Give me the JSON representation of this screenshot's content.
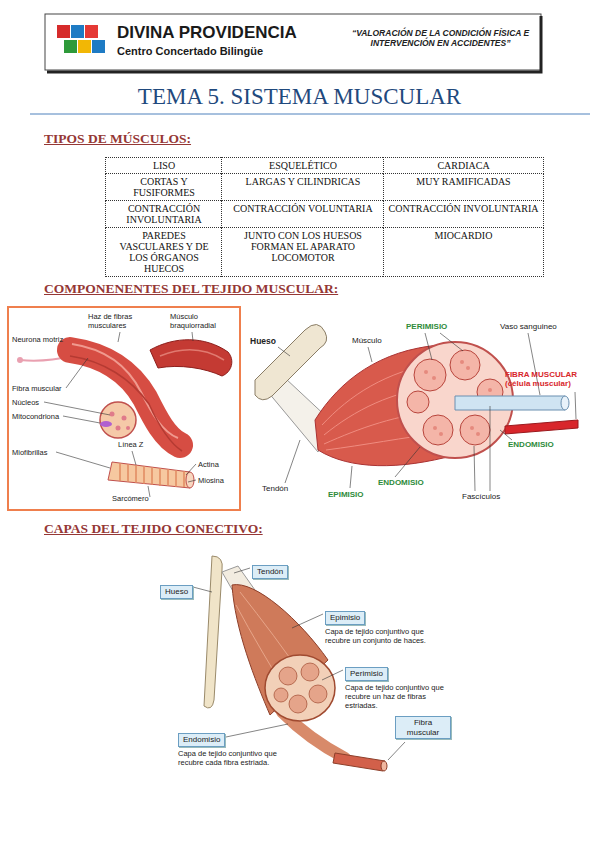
{
  "diagram": {
    "title": "TEMA 5. SISTEMA MUSCULAR",
    "nodes": [
      {
        "text": [
          "Tendón"
        ]
      },
      {
        "text": [
          "Hueso"
        ]
      },
      {
        "text": [
          "Epimisio",
          "Capa de tejido conjuntivo que recubre un conjunto de haces."
        ]
      },
      {
        "text": [
          "Perimisio",
          "Capa de tejido conjuntivo que recubre un haz de fibras estriadas."
        ]
      },
      {
        "text": [
          "Fibra muscular"
        ]
      },
      {
        "text": [
          "Endomisio",
          "Capa de tejido conjuntivo que recubre cada fibra estriada."
        ]
      }
    ],
    "labels": [
      "DIVINA PROVIDENCIA",
      "Centro Concertado Bilingüe",
      "“VALORACIÓN DE LA CONDICIÓN FÍSICA E INTERVENCIÓN EN ACCIDENTES”",
      "TIPOS DE MÚSCULOS:",
      "LISO",
      "ESQUELÉTICO",
      "CARDIACA",
      "CORTAS Y FUSIFORMES",
      "LARGAS Y CILINDRICAS",
      "MUY RAMIFICADAS",
      "CONTRACCIÓN INVOLUNTARIA",
      "CONTRACCIÓN VOLUNTARIA",
      "CONTRACCIÓN INVOLUNTARIA",
      "PAREDES VASCULARES Y DE LOS ÓRGANOS HUECOS",
      "JUNTO CON LOS HUESOS FORMAN EL APARATO LOCOMOTOR",
      "MIOCARDIO",
      "COMPONENENTES DEL TEJIDO MUSCULAR:",
      "Haz de fibras musculares",
      "Músculo braquiorradial",
      "Neurona motriz",
      "Fibra muscular",
      "Núcleos",
      "Mitocondriona",
      "Miofibrillas",
      "Línea Z",
      "Actina",
      "Miosina",
      "Sarcómero",
      "Hueso",
      "Músculo",
      "PERIMISIO",
      "Vaso sanguineo",
      "FIBRA MUSCULAR (célula muscular)",
      "ENDOMISIO",
      "Tendón",
      "EPIMISIO",
      "ENDOMISIO",
      "Fascículos",
      "CAPAS DEL TEJIDO CONECTIVO:"
    ]
  }
}
